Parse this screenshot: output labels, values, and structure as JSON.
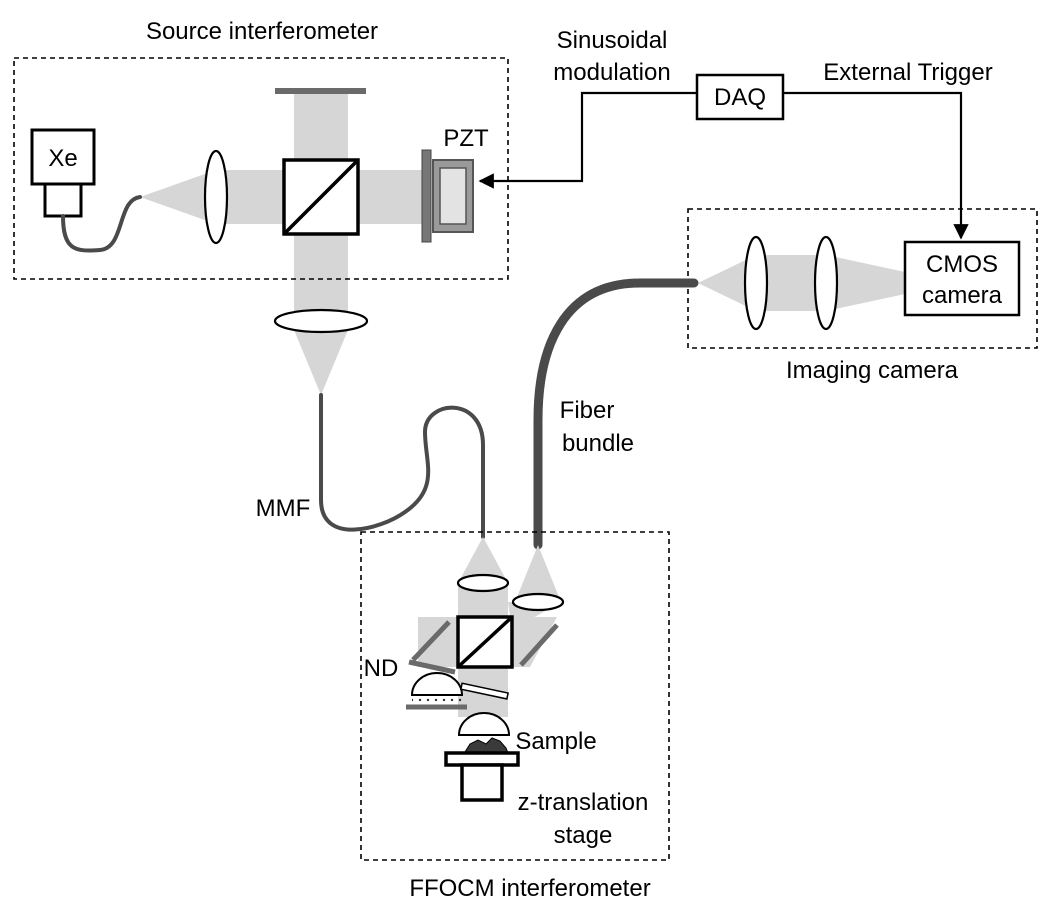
{
  "labels": {
    "source_interferometer": "Source interferometer",
    "xe": "Xe",
    "pzt": "PZT",
    "sinusoidal": "Sinusoidal",
    "modulation": "modulation",
    "daq": "DAQ",
    "external_trigger": "External Trigger",
    "cmos_line1": "CMOS",
    "cmos_line2": "camera",
    "imaging_camera": "Imaging camera",
    "fiber": "Fiber",
    "bundle": "bundle",
    "mmf": "MMF",
    "nd": "ND",
    "sample": "Sample",
    "z_translation": "z-translation",
    "stage": "stage",
    "ffocm_interferometer": "FFOCM interferometer"
  },
  "colors": {
    "beam": "#d6d6d6",
    "fiber": "#4a4a4a",
    "mirror": "#6a6a6a",
    "line": "#000000"
  }
}
